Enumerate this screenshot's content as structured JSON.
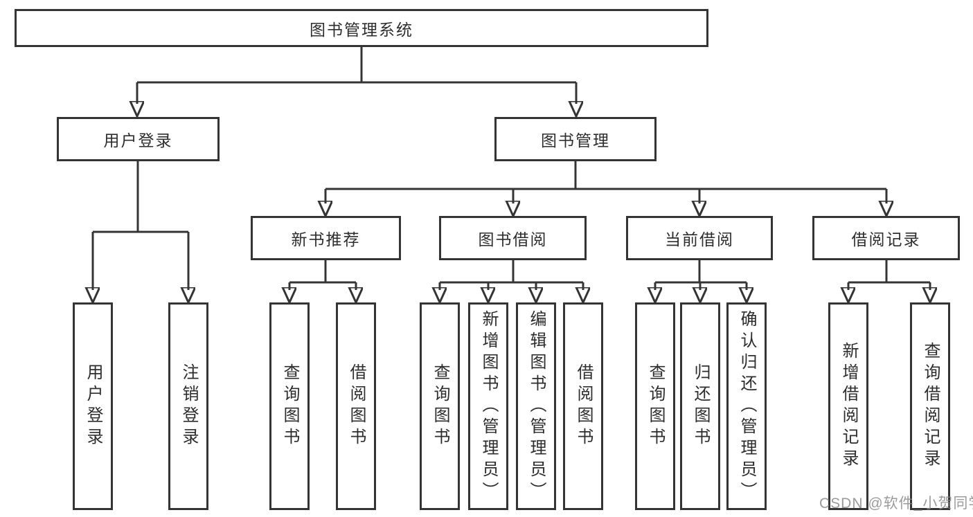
{
  "diagram_title": "图书管理系统",
  "nodes": {
    "root": {
      "label": "图书管理系统"
    },
    "user_login": {
      "label": "用户登录"
    },
    "book_mgmt": {
      "label": "图书管理"
    },
    "new_book_rec": {
      "label": "新书推荐"
    },
    "book_borrow": {
      "label": "图书借阅"
    },
    "current_borrow": {
      "label": "当前借阅"
    },
    "borrow_records": {
      "label": "借阅记录"
    },
    "leaf_user_login": {
      "label": "用户登录"
    },
    "leaf_logout": {
      "label": "注销登录"
    },
    "leaf_query_books_rec": {
      "label": "查询图书"
    },
    "leaf_borrow_books_rec": {
      "label": "借阅图书"
    },
    "leaf_query_books_borrow": {
      "label": "查询图书"
    },
    "leaf_add_books": {
      "label": "新增图书（管理员）"
    },
    "leaf_edit_books": {
      "label": "编辑图书（管理员）"
    },
    "leaf_borrow_books_borrow": {
      "label": "借阅图书"
    },
    "leaf_query_books_current": {
      "label": "查询图书"
    },
    "leaf_return_books": {
      "label": "归还图书"
    },
    "leaf_confirm_return": {
      "label": "确认归还（管理员）"
    },
    "leaf_add_borrow_record": {
      "label": "新增借阅记录"
    },
    "leaf_query_borrow_record": {
      "label": "查询借阅记录"
    }
  },
  "hierarchy": {
    "图书管理系统": {
      "用户登录": [
        "用户登录",
        "注销登录"
      ],
      "图书管理": {
        "新书推荐": [
          "查询图书",
          "借阅图书"
        ],
        "图书借阅": [
          "查询图书",
          "新增图书（管理员）",
          "编辑图书（管理员）",
          "借阅图书"
        ],
        "当前借阅": [
          "查询图书",
          "归还图书",
          "确认归还（管理员）"
        ],
        "借阅记录": [
          "新增借阅记录",
          "查询借阅记录"
        ]
      }
    }
  },
  "watermark": {
    "text": "CSDN @软件_小贺同学"
  },
  "colors": {
    "line": "#343434",
    "text": "#2d2d2d",
    "background": "#ffffff",
    "watermark": "#8a8a8a"
  }
}
